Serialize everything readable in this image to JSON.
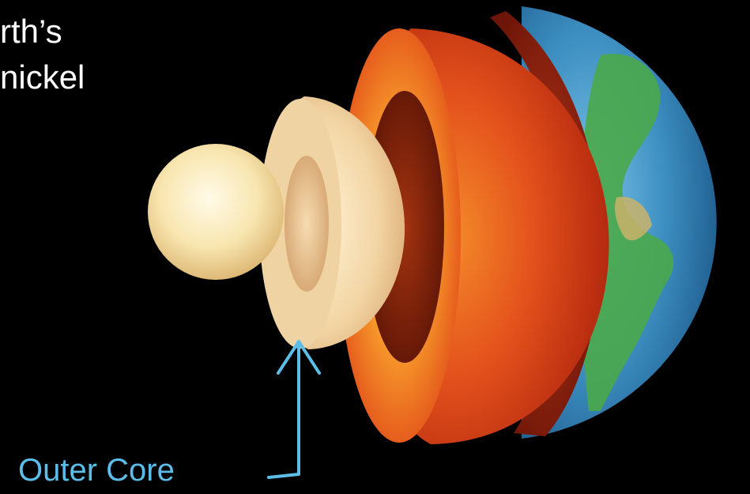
{
  "text": {
    "line1": "rth’s",
    "line2": "nickel"
  },
  "annotation": {
    "label": "Outer Core",
    "color": "#5bbde8"
  },
  "layers": [
    {
      "name": "inner core",
      "color": "#f7e3a8"
    },
    {
      "name": "outer core",
      "color": "#efcf9a"
    },
    {
      "name": "mantle",
      "color": "#d83a17"
    },
    {
      "name": "crust",
      "color": "#3f8dbd"
    }
  ]
}
